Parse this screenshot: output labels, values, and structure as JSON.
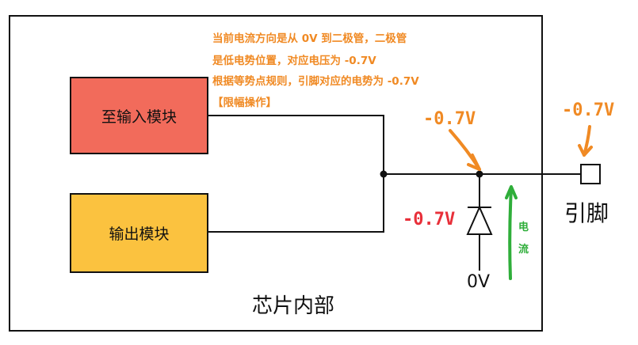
{
  "annotation": {
    "lines": [
      "当前电流方向是从 0V 到二极管，二极管",
      "是低电势位置，对应电压为 -0.7V",
      "根据等势点规则，引脚对应的电势为 -0.7V",
      "【限幅操作】"
    ]
  },
  "modules": {
    "input": {
      "label": "至输入模块",
      "color": "#f26b5b"
    },
    "output": {
      "label": "输出模块",
      "color": "#fbc23f"
    }
  },
  "labels": {
    "node_voltage": "-0.7V",
    "pin_voltage": "-0.7V",
    "diode_voltage": "-0.7V",
    "ground": "0V",
    "pin": "引脚",
    "chip_interior": "芯片内部",
    "current_chars": [
      "电",
      "流"
    ]
  },
  "colors": {
    "annotation": "#f08a24",
    "diode_voltage": "#e8303a",
    "current": "#2fae3a"
  }
}
